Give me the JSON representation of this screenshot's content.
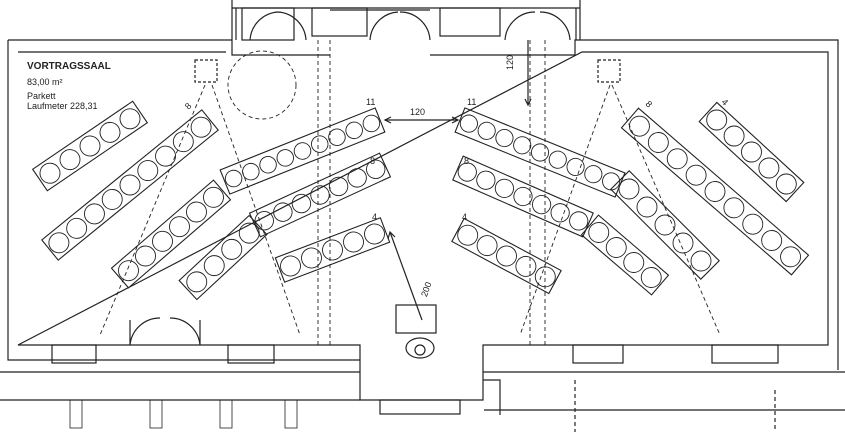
{
  "room": {
    "title": "VORTRAGSSAAL",
    "area": "83,00 m²",
    "floor": "Parkett",
    "running_meters": "Laufmeter 228,31"
  },
  "dimensions": {
    "aisle_width": "120",
    "wall_offset": "120",
    "lectern_distance": "200"
  },
  "row_counts": {
    "left_outer_top": "8",
    "left_inner_top": "11",
    "left_inner_mid": "8",
    "left_inner_front": "4",
    "right_inner_top": "11",
    "right_inner_mid": "8",
    "right_inner_front": "4",
    "right_outer_mid": "8",
    "right_outer_far": "4"
  }
}
